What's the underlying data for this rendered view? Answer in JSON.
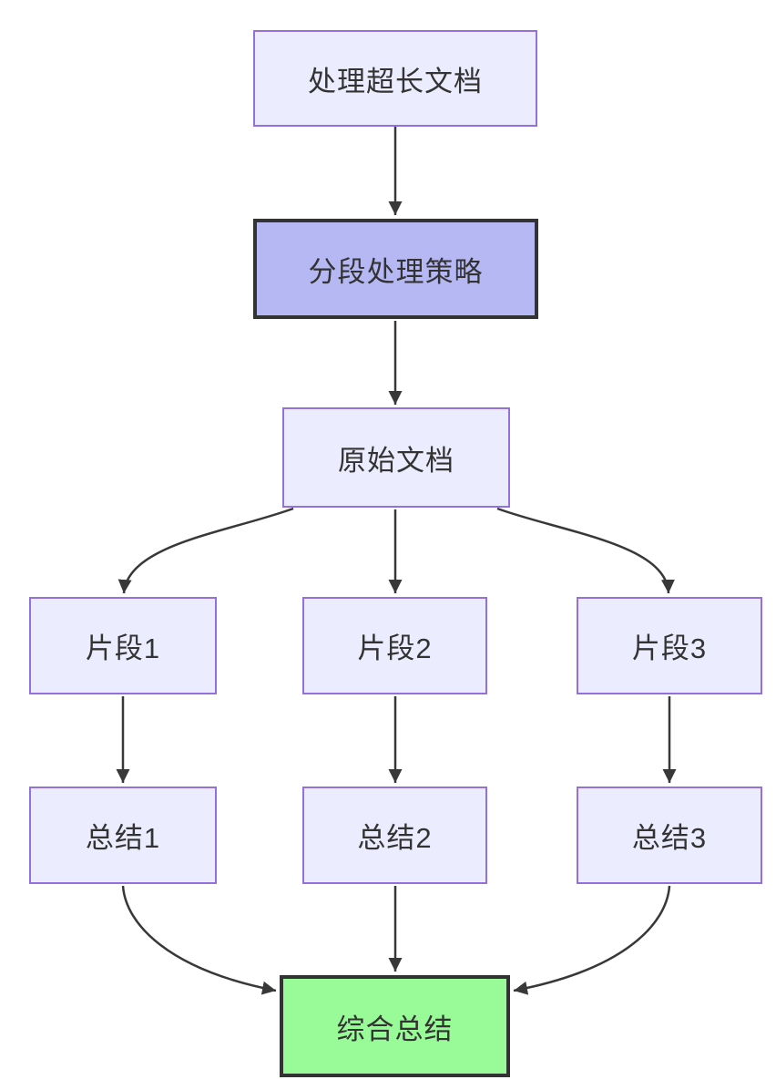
{
  "diagram": {
    "type": "flowchart",
    "direction": "top-down",
    "colors": {
      "background": "#ffffff",
      "default_node_fill": "#ECECFF",
      "default_node_border": "#9370DB",
      "emphasis_node_fill": "#b6b8f4",
      "emphasis_node_border": "#333333",
      "result_node_fill": "#98FB98",
      "result_node_border": "#333333",
      "edge_stroke": "#383838",
      "text": "#333333"
    },
    "nodes": [
      {
        "id": "A",
        "label": "处理超长文档",
        "kind": "default"
      },
      {
        "id": "B",
        "label": "分段处理策略",
        "kind": "emphasis"
      },
      {
        "id": "C",
        "label": "原始文档",
        "kind": "default"
      },
      {
        "id": "F1",
        "label": "片段1",
        "kind": "default"
      },
      {
        "id": "F2",
        "label": "片段2",
        "kind": "default"
      },
      {
        "id": "F3",
        "label": "片段3",
        "kind": "default"
      },
      {
        "id": "S1",
        "label": "总结1",
        "kind": "default"
      },
      {
        "id": "S2",
        "label": "总结2",
        "kind": "default"
      },
      {
        "id": "S3",
        "label": "总结3",
        "kind": "default"
      },
      {
        "id": "Z",
        "label": "综合总结",
        "kind": "result"
      }
    ],
    "edges": [
      {
        "from": "A",
        "to": "B"
      },
      {
        "from": "B",
        "to": "C"
      },
      {
        "from": "C",
        "to": "F1"
      },
      {
        "from": "C",
        "to": "F2"
      },
      {
        "from": "C",
        "to": "F3"
      },
      {
        "from": "F1",
        "to": "S1"
      },
      {
        "from": "F2",
        "to": "S2"
      },
      {
        "from": "F3",
        "to": "S3"
      },
      {
        "from": "S1",
        "to": "Z"
      },
      {
        "from": "S2",
        "to": "Z"
      },
      {
        "from": "S3",
        "to": "Z"
      }
    ]
  }
}
